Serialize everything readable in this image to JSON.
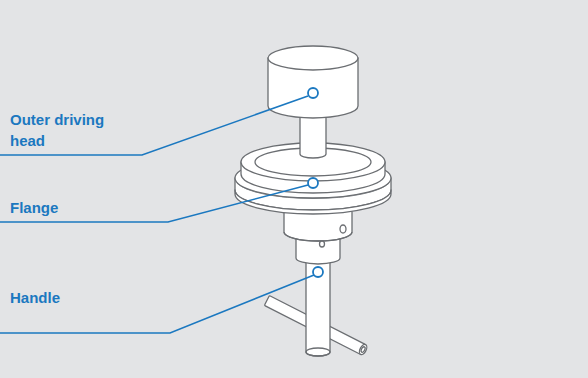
{
  "diagram": {
    "labels": [
      "Outer driving head",
      "Flange",
      "Handle"
    ]
  }
}
